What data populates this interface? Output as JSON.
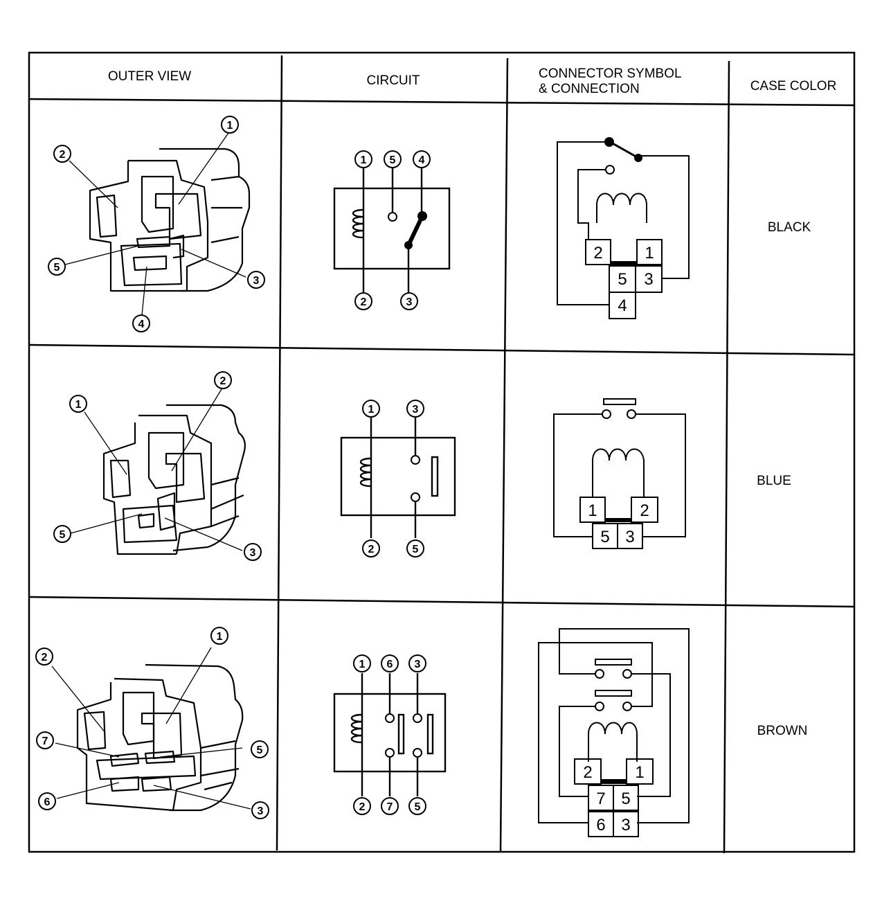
{
  "table": {
    "headers": {
      "outer_view": "OUTER VIEW",
      "circuit": "CIRCUIT",
      "connector_line1": "CONNECTOR SYMBOL",
      "connector_line2": "& CONNECTION",
      "case_color": "CASE COLOR"
    },
    "rows": [
      {
        "case_color": "BLACK",
        "outer_pins": [
          "1",
          "2",
          "3",
          "4",
          "5"
        ],
        "circuit_top_pins": [
          "1",
          "5",
          "4"
        ],
        "circuit_bottom_pins": [
          "2",
          "3"
        ],
        "connector_boxes": [
          "2",
          "1",
          "5",
          "3",
          "4"
        ]
      },
      {
        "case_color": "BLUE",
        "outer_pins": [
          "1",
          "2",
          "3",
          "5"
        ],
        "circuit_top_pins": [
          "1",
          "3"
        ],
        "circuit_bottom_pins": [
          "2",
          "5"
        ],
        "connector_boxes": [
          "1",
          "2",
          "5",
          "3"
        ]
      },
      {
        "case_color": "BROWN",
        "outer_pins": [
          "1",
          "2",
          "3",
          "5",
          "6",
          "7"
        ],
        "circuit_top_pins": [
          "1",
          "6",
          "3"
        ],
        "circuit_bottom_pins": [
          "2",
          "7",
          "5"
        ],
        "connector_boxes": [
          "2",
          "1",
          "7",
          "5",
          "6",
          "3"
        ]
      }
    ]
  }
}
